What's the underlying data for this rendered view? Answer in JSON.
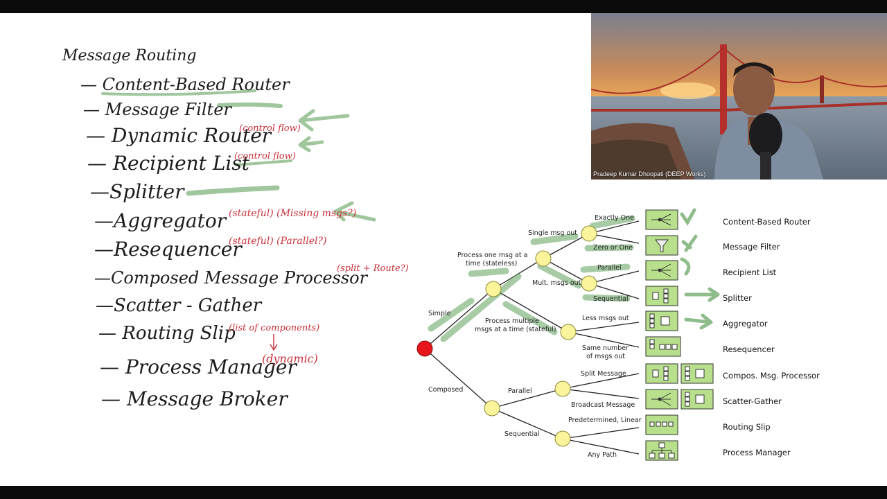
{
  "board": {
    "title": "Message Routing",
    "items": [
      {
        "label": "Content-Based Router",
        "note": ""
      },
      {
        "label": "Message Filter",
        "note": ""
      },
      {
        "label": "Dynamic Router",
        "note": "(control flow)"
      },
      {
        "label": "Recipient List",
        "note": "(control flow)"
      },
      {
        "label": "Splitter",
        "note": ""
      },
      {
        "label": "Aggregator",
        "note": "(stateful) (Missing msgs?)"
      },
      {
        "label": "Resequencer",
        "note": "(stateful) (Parallel?)"
      },
      {
        "label": "Composed Message Processor",
        "note": "(split + Route?)"
      },
      {
        "label": "Scatter - Gather",
        "note": ""
      },
      {
        "label": "Routing Slip",
        "note": "(list of components)"
      },
      {
        "label": "Process Manager",
        "note": "(dynamic)"
      },
      {
        "label": "Message Broker",
        "note": ""
      }
    ]
  },
  "diagram": {
    "edges": {
      "simple": "Simple",
      "composed": "Composed",
      "one_at_a_time": "Process one msg at a time (stateless)",
      "multiple_at_a_time": "Process multiple msgs at a time (stateful)",
      "single_out": "Single msg out",
      "mult_out": "Mult. msgs out",
      "exactly_one": "Exactly One",
      "zero_or_one": "Zero or One",
      "parallel": "Parallel",
      "sequential": "Sequential",
      "less_out": "Less msgs out",
      "same_number": "Same number of msgs out",
      "c_parallel": "Parallel",
      "c_sequential": "Sequential",
      "split_message": "Split Message",
      "broadcast_message": "Broadcast Message",
      "predetermined": "Predetermined, Linear",
      "any_path": "Any Path"
    },
    "patterns": [
      "Content-Based Router",
      "Message Filter",
      "Recipient List",
      "Splitter",
      "Aggregator",
      "Resequencer",
      "Compos. Msg. Processor",
      "Scatter-Gather",
      "Routing Slip",
      "Process Manager"
    ]
  },
  "webcam": {
    "name": "Pradeep Kumar Dhoopati (DEEP Works)"
  },
  "colors": {
    "highlight": "#5fa05a",
    "note": "#c8303a",
    "root_node": "#e8141b",
    "node": "#fbf49a",
    "icon_bg": "#b8e08c"
  }
}
